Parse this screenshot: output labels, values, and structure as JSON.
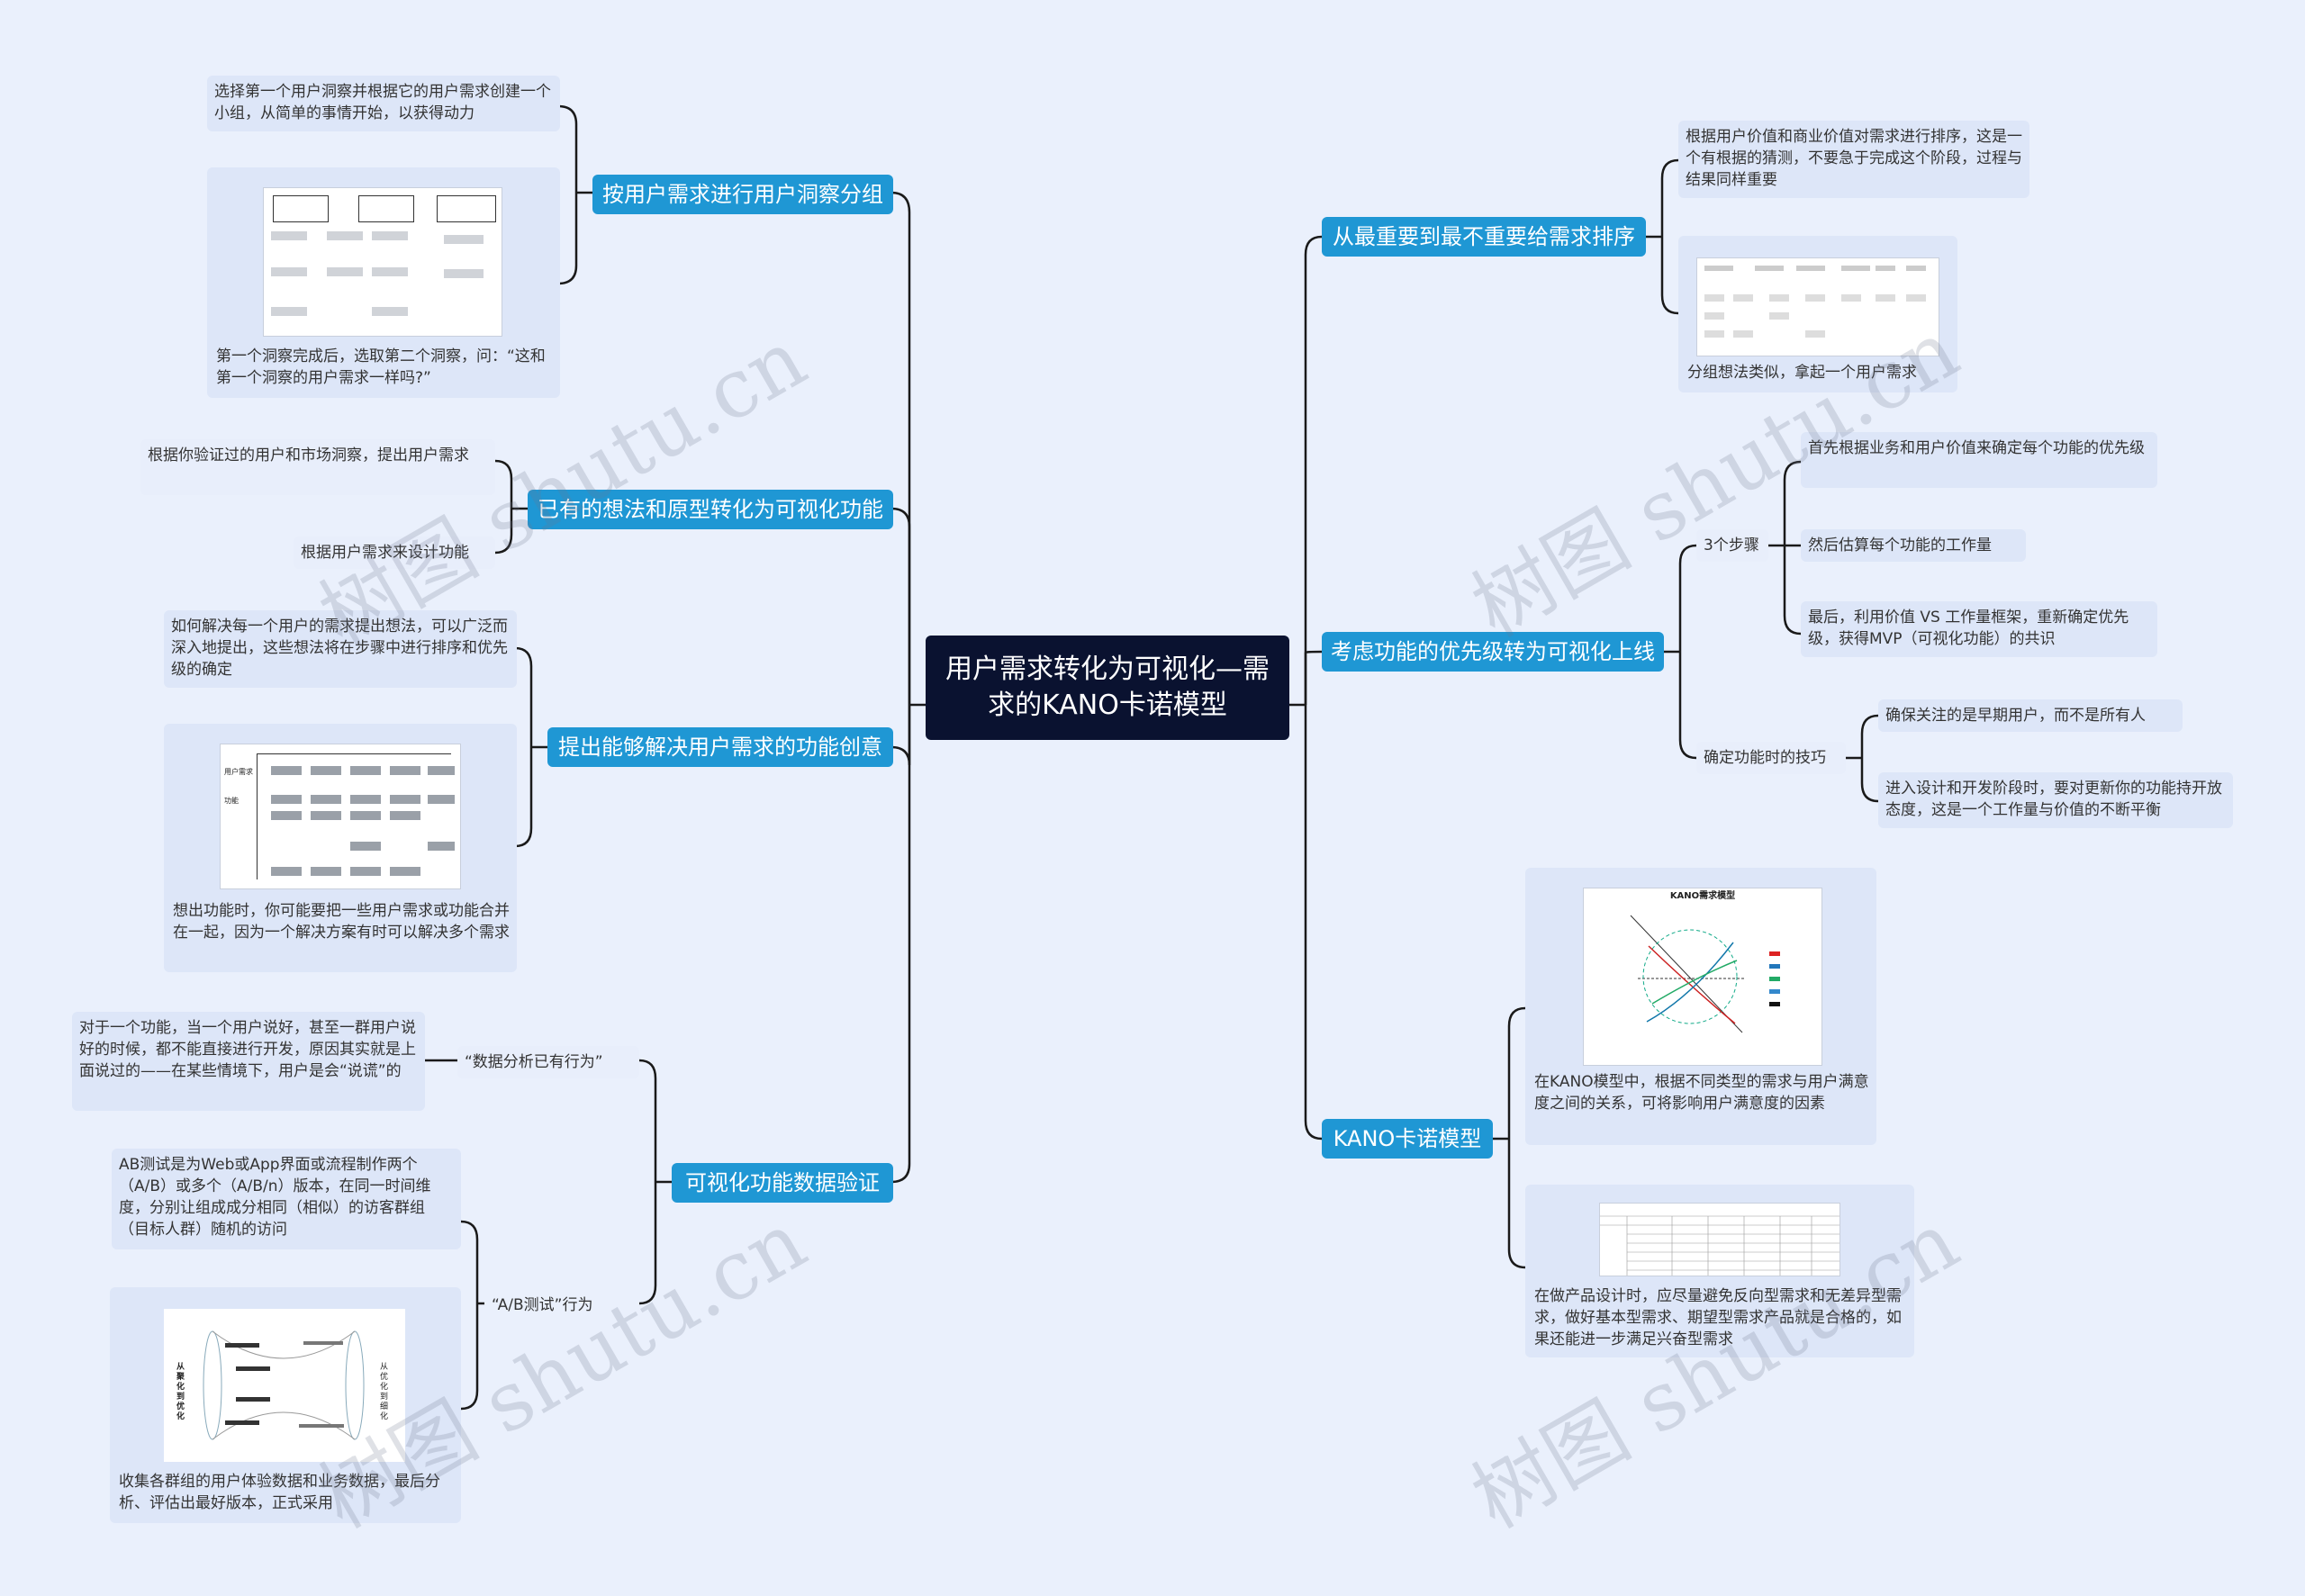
{
  "root": "用户需求转化为可视化—需求的KANO卡诺模型",
  "left": {
    "b1": {
      "label": "按用户需求进行用户洞察分组",
      "leaf1": "选择第一个用户洞察并根据它的用户需求创建一个小组，从简单的事情开始，以获得动力",
      "caption": "第一个洞察完成后，选取第二个洞察，问：“这和第一个洞察的用户需求一样吗?”"
    },
    "b2": {
      "label": "已有的想法和原型转化为可视化功能",
      "leaf1": "根据你验证过的用户和市场洞察，提出用户需求",
      "leaf2": "根据用户需求来设计功能"
    },
    "b3": {
      "label": "提出能够解决用户需求的功能创意",
      "leaf1": "如何解决每一个用户的需求提出想法，可以广泛而深入地提出，这些想法将在步骤中进行排序和优先级的确定",
      "caption": "想出功能时，你可能要把一些用户需求或功能合并在一起，因为一个解决方案有时可以解决多个需求",
      "pic_labels": [
        "用户需求",
        "功能"
      ]
    },
    "b4": {
      "label": "可视化功能数据验证",
      "sub1": "“数据分析已有行为”",
      "sub1_leaf": "对于一个功能，当一个用户说好，甚至一群用户说好的时候，都不能直接进行开发，原因其实就是上面说过的——在某些情境下，用户是会“说谎”的",
      "sub2": "“A/B测试”行为",
      "sub2_leaf": "AB测试是为Web或App界面或流程制作两个（A/B）或多个（A/B/n）版本，在同一时间维度，分别让组成成分相同（相似）的访客群组（目标人群）随机的访问",
      "caption": "收集各群组的用户体验数据和业务数据，最后分析、评估出最好版本，正式采用",
      "pic_labels": [
        "从聚化到优化",
        "从优化到细化"
      ]
    }
  },
  "right": {
    "b1": {
      "label": "从最重要到最不重要给需求排序",
      "leaf1": "根据用户价值和商业价值对需求进行排序，这是一个有根据的猜测，不要急于完成这个阶段，过程与结果同样重要",
      "caption": "分组想法类似，拿起一个用户需求"
    },
    "b2": {
      "label": "考虑功能的优先级转为可视化上线",
      "sub1": "3个步骤",
      "sub1_items": [
        "首先根据业务和用户价值来确定每个功能的优先级",
        "然后估算每个功能的工作量",
        "最后，利用价值 VS 工作量框架，重新确定优先级，获得MVP（可视化功能）的共识"
      ],
      "sub2": "确定功能时的技巧",
      "sub2_items": [
        "确保关注的是早期用户，而不是所有人",
        "进入设计和开发阶段时，要对更新你的功能持开放态度，这是一个工作量与价值的不断平衡"
      ]
    },
    "b3": {
      "label": "KANO卡诺模型",
      "caption1": "在KANO模型中，根据不同类型的需求与用户满意度之间的关系，可将影响用户满意度的因素",
      "caption2": "在做产品设计时，应尽量避免反向型需求和无差异型需求，做好基本型需求、期望型需求产品就是合格的，如果还能进一步满足兴奋型需求",
      "pic_title": "KANO需求模型"
    }
  },
  "watermark": "树图 shutu.cn"
}
